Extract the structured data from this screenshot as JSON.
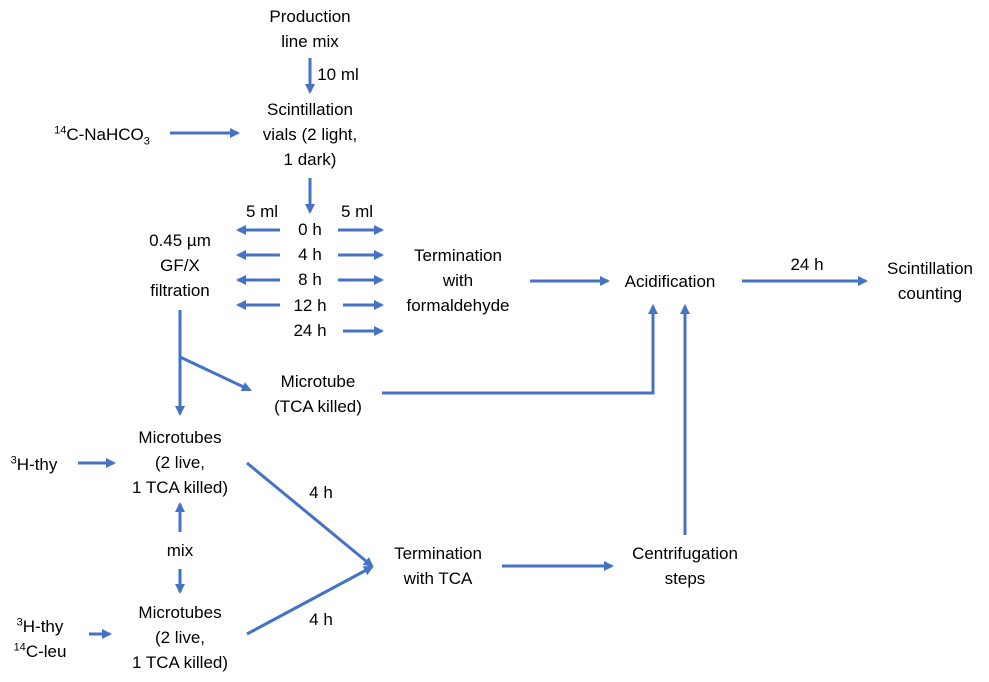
{
  "arrow_color": "#4472C4",
  "nodes": {
    "production": {
      "lines": [
        "Production",
        "line mix"
      ]
    },
    "nahco3": {
      "sup": "14",
      "main": "C-NaHCO",
      "sub": "3"
    },
    "vials": {
      "lines": [
        "Scintillation",
        "vials (2 light,",
        "1 dark)"
      ]
    },
    "filtration": {
      "lines": [
        "0.45 µm",
        "GF/X",
        "filtration"
      ]
    },
    "term_formaldehyde": {
      "lines": [
        "Termination",
        "with",
        "formaldehyde"
      ]
    },
    "acidification": {
      "lines": [
        "Acidification"
      ]
    },
    "counting": {
      "lines": [
        "Scintillation",
        "counting"
      ]
    },
    "microtube_tca": {
      "lines": [
        "Microtube",
        "(TCA killed)"
      ]
    },
    "microtubes_1": {
      "lines": [
        "Microtubes",
        "(2 live,",
        "1 TCA killed)"
      ]
    },
    "microtubes_2": {
      "lines": [
        "Microtubes",
        "(2 live,",
        "1 TCA killed)"
      ]
    },
    "hthy": {
      "sup": "3",
      "main": "H-thy"
    },
    "hthy_cleu": {
      "line1_sup": "3",
      "line1": "H-thy",
      "line2_sup": "14",
      "line2": "C-leu"
    },
    "term_tca": {
      "lines": [
        "Termination",
        "with TCA"
      ]
    },
    "centrifugation": {
      "lines": [
        "Centrifugation",
        "steps"
      ]
    }
  },
  "labels": {
    "volume_10ml": "10 ml",
    "volume_5ml_left": "5 ml",
    "volume_5ml_right": "5 ml",
    "times": [
      "0 h",
      "4 h",
      "8 h",
      "12 h",
      "24 h"
    ],
    "acid_to_count": "24 h",
    "mix": "mix",
    "incubation_1": "4 h",
    "incubation_2": "4 h"
  }
}
